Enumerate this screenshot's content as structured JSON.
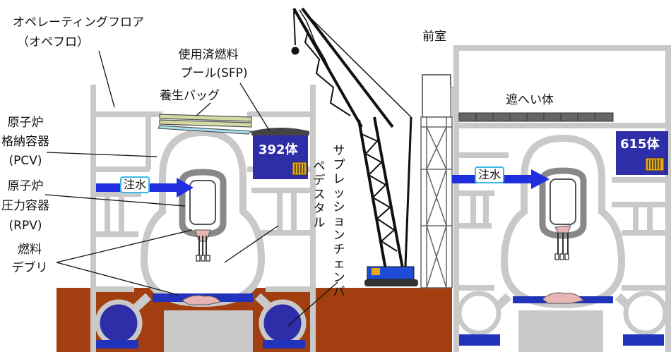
{
  "labels": {
    "operating_floor": "オペレーティングフロア",
    "operating_floor_abbr": "（オペフロ）",
    "sfp_line1": "使用済燃料",
    "sfp_line2": "プール(SFP)",
    "curing_bag": "養生バッグ",
    "pcv_line1": "原子炉",
    "pcv_line2": "格納容器",
    "pcv_abbr": "(PCV)",
    "rpv_line1": "原子炉",
    "rpv_line2": "圧力容器",
    "rpv_abbr": "(RPV)",
    "debris_line1": "燃料",
    "debris_line2": "デブリ",
    "pedestal": "ペデスタル",
    "suppression_chamber": "サプレッションチェンバ",
    "front_room": "前室",
    "shield": "遮へい体",
    "water_injection_left": "注水",
    "water_injection_right": "注水"
  },
  "fuel_counts": {
    "left": "392体",
    "right": "615体"
  },
  "colors": {
    "ground": "#a23e0f",
    "water": "#2233bb",
    "pool_blue": "#2e2ea8",
    "building_gray": "#c9c9c9",
    "vessel_gray": "#777777",
    "debris_pink": "#e8b4b4",
    "arrow_blue": "#1f2fe0",
    "crane_black": "#111111"
  },
  "icons": {
    "fuel_rack": "fuel-rack-icon",
    "crane": "crawler-crane-icon"
  }
}
